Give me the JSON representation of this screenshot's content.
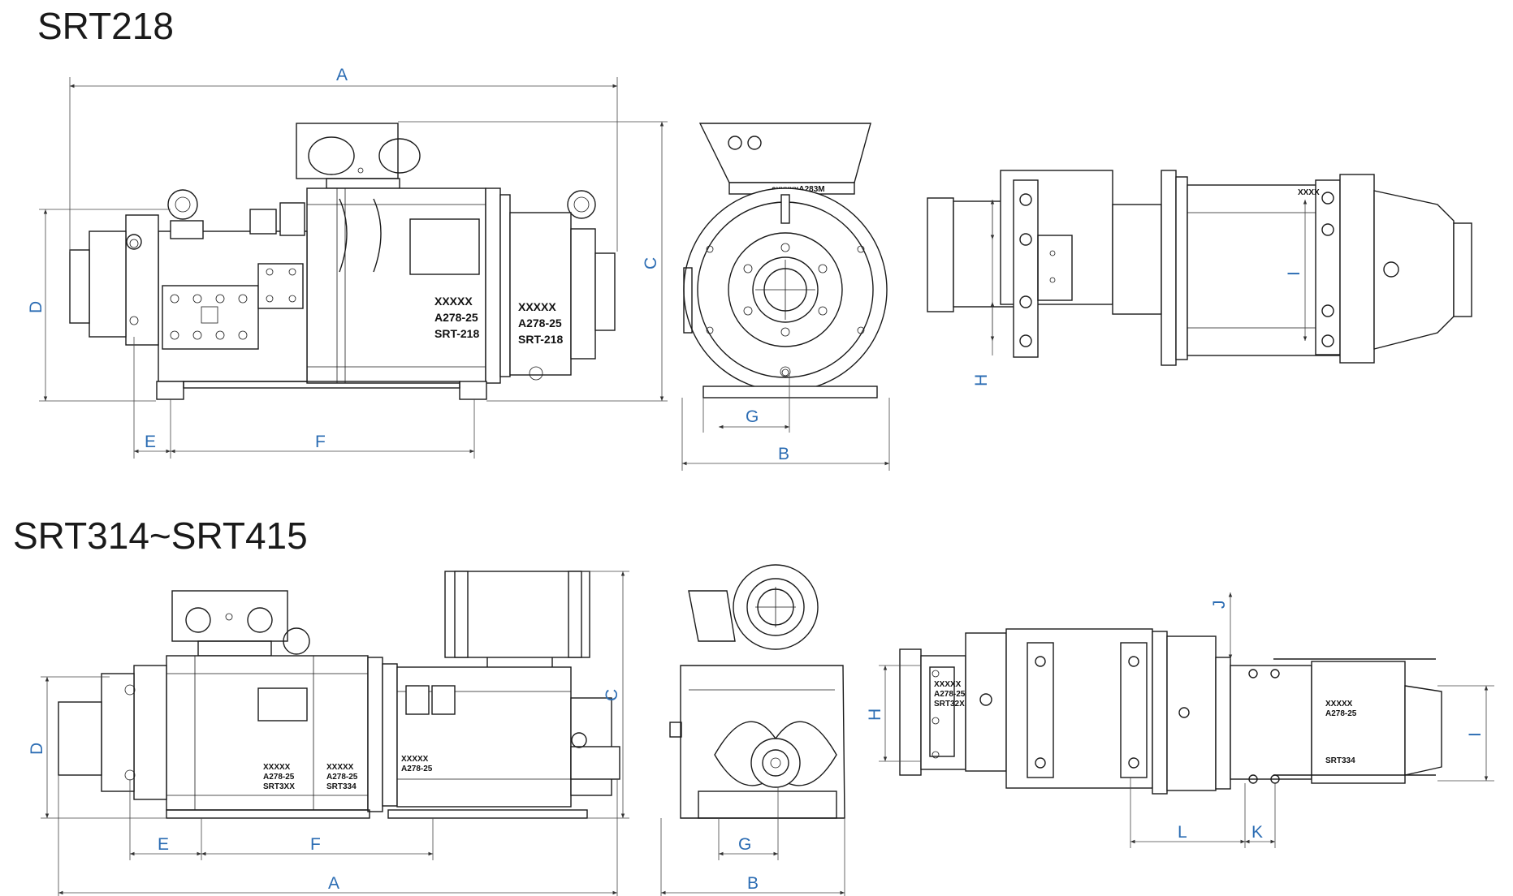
{
  "titles": {
    "top": "SRT218",
    "bottom": "SRT314~SRT415"
  },
  "colors": {
    "line": "#1a1a1a",
    "dimension_label": "#2b6cb3",
    "background": "#ffffff"
  },
  "top_section": {
    "side_view": {
      "dims": {
        "A": "A",
        "C": "C",
        "D": "D",
        "E": "E",
        "F": "F"
      },
      "plate_1": [
        "XXXXX",
        "A278-25",
        "SRT-218"
      ],
      "plate_2": [
        "XXXXX",
        "A278-25",
        "SRT-218"
      ]
    },
    "end_view": {
      "dims": {
        "B": "B",
        "G": "G"
      },
      "top_label": "cxxxxxA283M"
    },
    "top_view": {
      "dims": {
        "H": "H",
        "I": "I"
      }
    }
  },
  "bottom_section": {
    "side_view": {
      "dims": {
        "A": "A",
        "C": "C",
        "D": "D",
        "E": "E",
        "F": "F"
      },
      "plate_1": [
        "XXXXX",
        "A278-25",
        "SRT3XX"
      ],
      "plate_2": [
        "XXXXX",
        "A278-25",
        "SRT334"
      ],
      "plate_3": [
        "XXXXX",
        "A278-25"
      ]
    },
    "end_view": {
      "dims": {
        "B": "B",
        "G": "G"
      }
    },
    "top_view": {
      "dims": {
        "H": "H",
        "I": "I",
        "J": "J",
        "K": "K",
        "L": "L"
      },
      "plate_1": [
        "XXXXX",
        "A278-25",
        "SRT32X"
      ],
      "plate_2": [
        "XXXXX",
        "A278-25"
      ],
      "plate_3": [
        "SRT334"
      ]
    }
  }
}
